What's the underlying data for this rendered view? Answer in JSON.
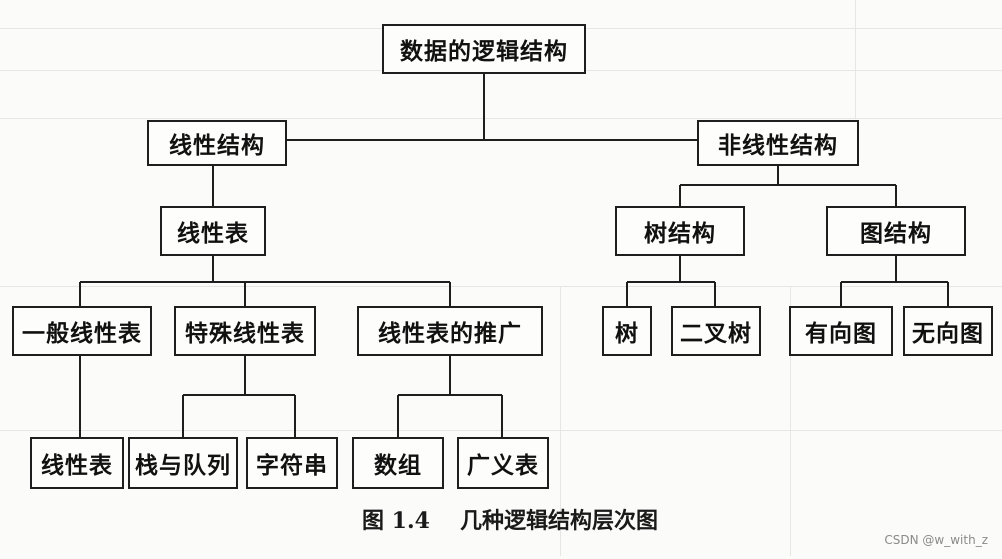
{
  "diagram": {
    "root": "数据的逻辑结构",
    "linear": "线性结构",
    "nonlinear": "非线性结构",
    "linear_list": "线性表",
    "general_linear_list": "一般线性表",
    "special_linear_list": "特殊线性表",
    "linear_list_extension": "线性表的推广",
    "linear_list_leaf": "线性表",
    "stack_queue": "栈与队列",
    "string": "字符串",
    "array": "数组",
    "generalized_list": "广义表",
    "tree_structure": "树结构",
    "graph_structure": "图结构",
    "tree": "树",
    "binary_tree": "二叉树",
    "directed_graph": "有向图",
    "undirected_graph": "无向图"
  },
  "caption": {
    "figure_number": "图 1.4",
    "title": "几种逻辑结构层次图"
  },
  "watermark": "CSDN @w_with_z"
}
